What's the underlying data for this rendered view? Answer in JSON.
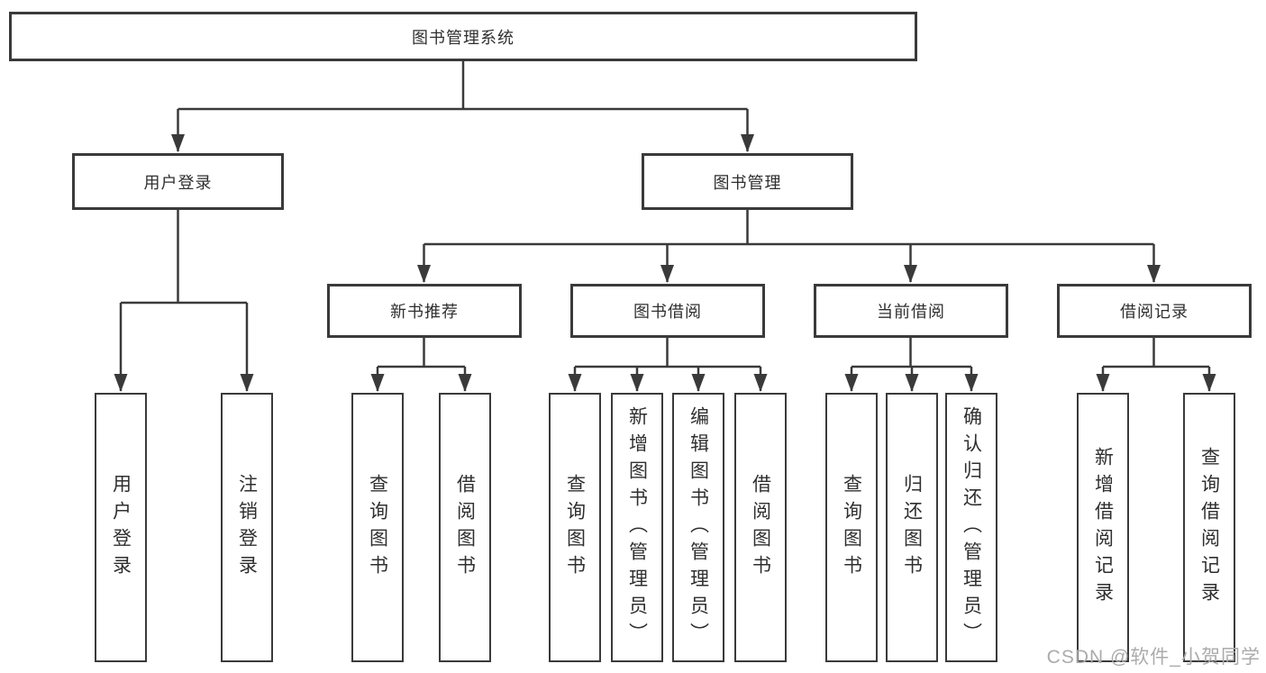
{
  "root": {
    "label": "图书管理系统"
  },
  "level2": {
    "user_login": "用户登录",
    "book_mgmt": "图书管理"
  },
  "level3": {
    "new_books": "新书推荐",
    "book_borrow": "图书借阅",
    "current_borrow": "当前借阅",
    "borrow_records": "借阅记录"
  },
  "leaves": {
    "user_login": [
      "用户登录",
      "注销登录"
    ],
    "new_books": [
      "查询图书",
      "借阅图书"
    ],
    "book_borrow": [
      "查询图书",
      "新增图书（管理员）",
      "编辑图书（管理员）",
      "借阅图书"
    ],
    "current_borrow": [
      "查询图书",
      "归还图书",
      "确认归还（管理员）"
    ],
    "borrow_records": [
      "新增借阅记录",
      "查询借阅记录"
    ]
  },
  "watermark": "CSDN @软件_小贺同学",
  "colors": {
    "line": "#3a3a3a",
    "text": "#2f2f2f",
    "watermark": "#ababab",
    "background": "#ffffff"
  }
}
